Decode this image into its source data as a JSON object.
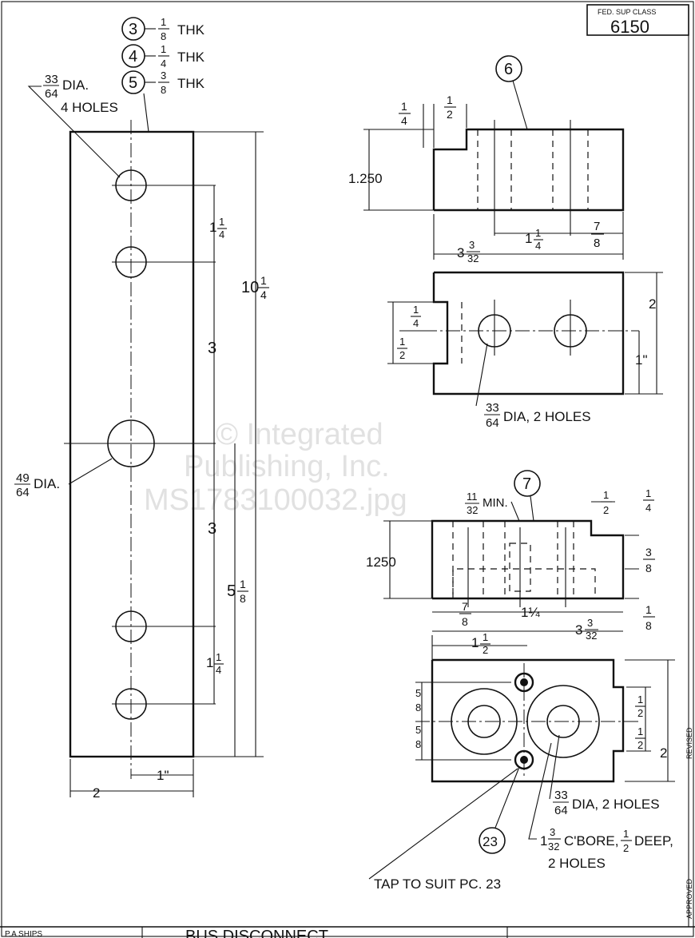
{
  "title_block": {
    "fed_sup_class_label": "FED. SUP CLASS",
    "fed_sup_class_value": "6150",
    "revised_note": "REVISED",
    "approved_note": "APPROVED",
    "bottom_left": "P.A SHIPS",
    "bottom_title": "BUS DISCONNECT"
  },
  "watermark": [
    "© Integrated",
    "Publishing, Inc.",
    "MS1783100032.jpg"
  ],
  "part_list": [
    {
      "num": "3",
      "thk_num": "1",
      "thk_den": "8",
      "suffix": "THK"
    },
    {
      "num": "4",
      "thk_num": "1",
      "thk_den": "4",
      "suffix": "THK"
    },
    {
      "num": "5",
      "thk_num": "3",
      "thk_den": "8",
      "suffix": "THK"
    }
  ],
  "bar_view": {
    "hole_note_num": "33",
    "hole_note_den": "64",
    "hole_note_suffix": "DIA.",
    "hole_count": "4 HOLES",
    "big_hole_num": "49",
    "big_hole_den": "64",
    "big_hole_suffix": "DIA.",
    "dim_1_1_4_a_whole": "1",
    "dim_1_1_4_a_num": "1",
    "dim_1_1_4_a_den": "4",
    "dim_3_a": "3",
    "dim_3_b": "3",
    "dim_1_1_4_b_whole": "1",
    "dim_1_1_4_b_num": "1",
    "dim_1_1_4_b_den": "4",
    "dim_10_whole": "10",
    "dim_10_num": "1",
    "dim_10_den": "4",
    "dim_5_whole": "5",
    "dim_5_num": "1",
    "dim_5_den": "8",
    "dim_width": "2",
    "dim_offset": "1\""
  },
  "part6": {
    "num": "6",
    "top_quarter_num": "1",
    "top_quarter_den": "4",
    "top_half_num": "1",
    "top_half_den": "2",
    "height": "1.250",
    "spacing_whole": "1",
    "spacing_num": "1",
    "spacing_den": "4",
    "end_num": "7",
    "end_den": "8",
    "length_whole": "3",
    "length_num": "3",
    "length_den": "32",
    "width": "2",
    "side_quarter_num": "1",
    "side_quarter_den": "4",
    "side_half_num": "1",
    "side_half_den": "2",
    "side_1": "1\"",
    "hole_num": "33",
    "hole_den": "64",
    "hole_suffix": "DIA, 2 HOLES"
  },
  "part7": {
    "num": "7",
    "min_num": "11",
    "min_den": "32",
    "min_suffix": "MIN.",
    "half_num": "1",
    "half_den": "2",
    "quarter_num": "1",
    "quarter_den": "4",
    "height": "1250",
    "step_num": "3",
    "step_den": "8",
    "eighth_num": "1",
    "eighth_den": "8",
    "d_7_8_num": "7",
    "d_7_8_den": "8",
    "d_1_1_4": "1¼",
    "length_whole": "3",
    "length_num": "3",
    "length_den": "32",
    "d_1_1_2_whole": "1",
    "d_1_1_2_num": "1",
    "d_1_1_2_den": "2",
    "left_5_8_a_num": "5",
    "left_5_8_a_den": "8",
    "left_5_8_b_num": "5",
    "left_5_8_b_den": "8",
    "right_half_a_num": "1",
    "right_half_a_den": "2",
    "right_half_b_num": "1",
    "right_half_b_den": "2",
    "width": "2",
    "hole_num": "33",
    "hole_den": "64",
    "hole_suffix": "DIA, 2 HOLES",
    "cbore_whole": "1",
    "cbore_num": "3",
    "cbore_den": "32",
    "cbore_text": "C'BORE,",
    "cbore_deep_num": "1",
    "cbore_deep_den": "2",
    "cbore_deep": "DEEP,",
    "cbore_holes": "2 HOLES",
    "pc_num": "23",
    "tap_note": "TAP TO SUIT PC. 23"
  }
}
